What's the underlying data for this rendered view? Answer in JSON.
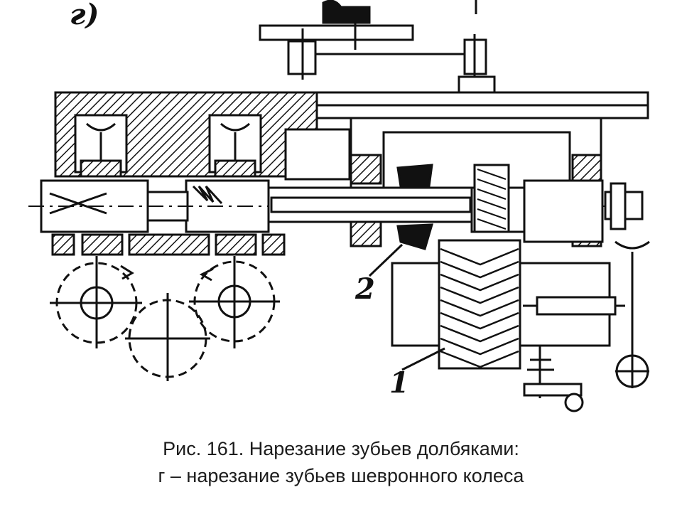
{
  "figure": {
    "panel_label": "г)",
    "part_labels": [
      "2",
      "1"
    ]
  },
  "caption": {
    "line1": "Рис. 161. Нарезание зубьев долбяками:",
    "line2": "г – нарезание зубьев шевронного колеса"
  },
  "colors": {
    "ink": "#111111",
    "caption": "#1c1c1c",
    "background": "#ffffff"
  }
}
